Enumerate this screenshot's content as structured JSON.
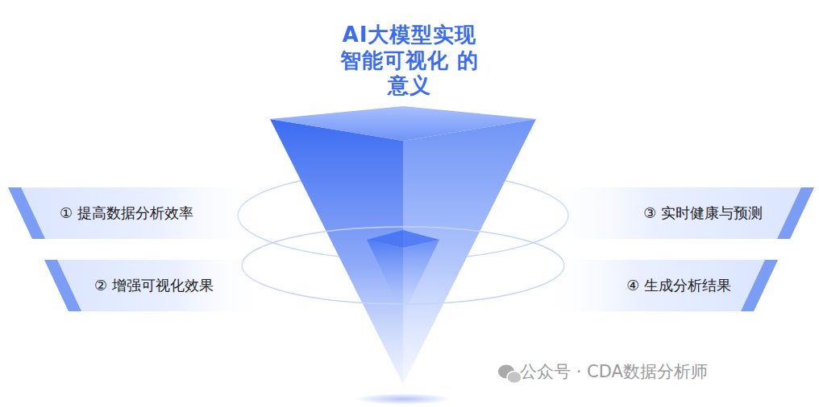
{
  "diagram": {
    "title": "AI大模型实现 智能可视化 的意义",
    "nodes": [
      {
        "text": [
          "① 提高数据分析效率"
        ]
      },
      {
        "text": [
          "② 增强可视化效果"
        ]
      },
      {
        "text": [
          "③ 实时健康与预测"
        ]
      },
      {
        "text": [
          "④ 生成分析结果"
        ]
      }
    ],
    "labels": [
      "公众号 · CDA数据分析师"
    ]
  }
}
